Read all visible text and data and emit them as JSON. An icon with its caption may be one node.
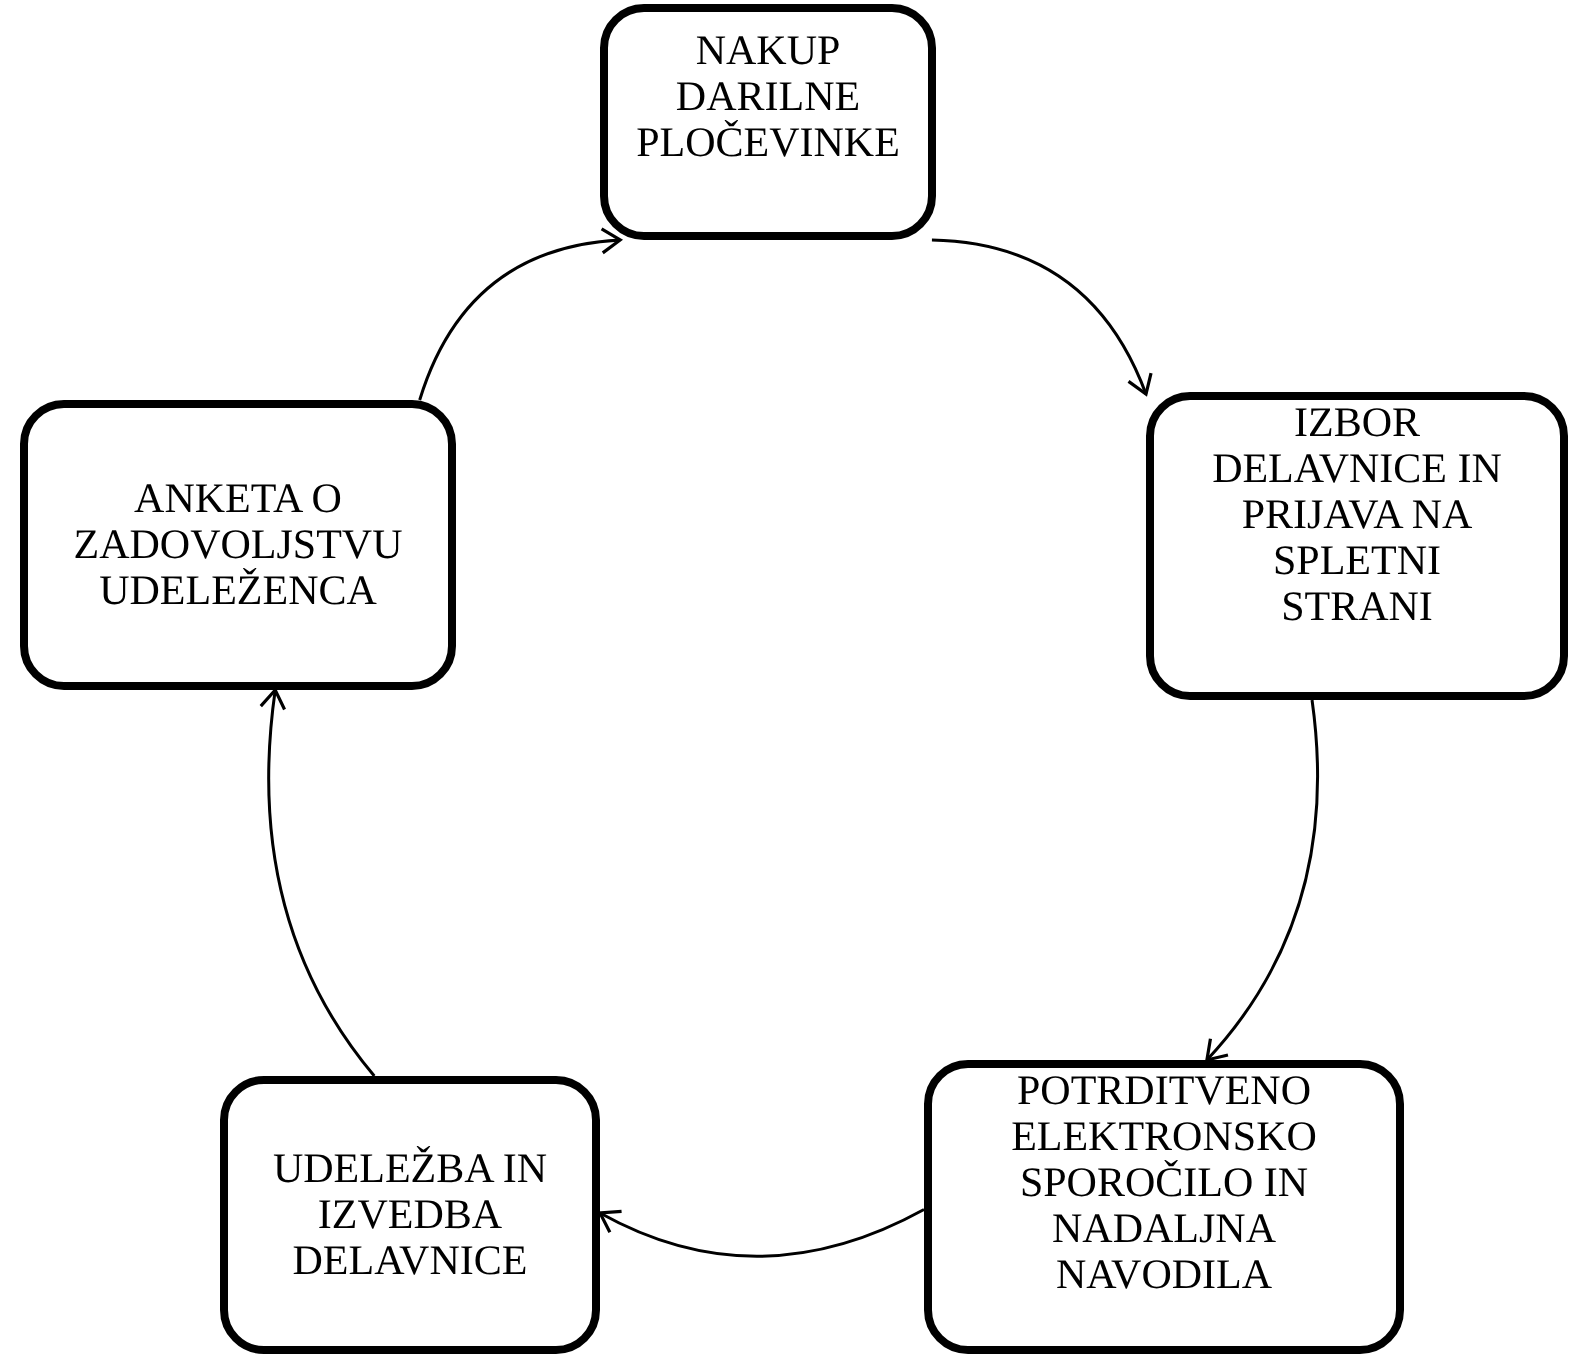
{
  "diagram": {
    "nodes": [
      {
        "text": [
          "NAKUP DARILNE PLOČEVINKE"
        ]
      },
      {
        "text": [
          "IZBOR DELAVNICE IN PRIJAVA NA SPLETNI STRANI"
        ]
      },
      {
        "text": [
          "POTRDITVENO ELEKTRONSKO SPOROČILO IN NADALJNA NAVODILA"
        ]
      },
      {
        "text": [
          "UDELEŽBA IN IZVEDBA DELAVNICE"
        ]
      },
      {
        "text": [
          "ANKETA O ZADOVOLJSTVU UDELEŽENCA"
        ]
      }
    ],
    "edges": [
      {
        "from": 0,
        "to": 1,
        "arrow": "to"
      },
      {
        "from": 1,
        "to": 2,
        "arrow": "to"
      },
      {
        "from": 2,
        "to": 3,
        "arrow": "to"
      },
      {
        "from": 3,
        "to": 4,
        "arrow": "to"
      },
      {
        "from": 4,
        "to": 0,
        "arrow": "to"
      }
    ]
  }
}
